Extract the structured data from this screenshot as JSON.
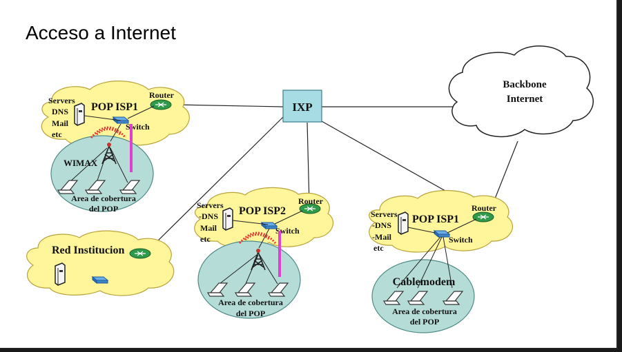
{
  "slide": {
    "title": "Acceso a Internet"
  },
  "diagram": {
    "ixp_label": "IXP",
    "backbone_line1": "Backbone",
    "backbone_line2": "Internet",
    "pop1": {
      "title": "POP ISP1",
      "servers": "Servers",
      "dns": "DNS",
      "mail": "Mail",
      "etc": "etc",
      "router": "Router",
      "switch": "Switch",
      "access": "WIMAX",
      "coverage_line1": "Area de cobertura",
      "coverage_line2": "del POP"
    },
    "pop2": {
      "title": "POP ISP2",
      "servers": "Servers",
      "dns": "-DNS",
      "mail": "Mail",
      "etc": "etc",
      "router": "Router",
      "switch": "Switch",
      "coverage_line1": "Area de cobertura",
      "coverage_line2": "del POP"
    },
    "pop3": {
      "title": "POP ISP1",
      "servers": "Servers",
      "dns": "-DNS",
      "mail": "-Mail",
      "etc": "etc",
      "router": "Router",
      "switch": "Switch",
      "access": "Cablemodem",
      "coverage_line1": "Area de cobertura",
      "coverage_line2": "del POP"
    },
    "institution": {
      "title": "Red Institucion"
    },
    "colors": {
      "cloud_fill": "#fff59a",
      "coverage_fill": "#b6dcd7",
      "ixp_fill": "#a8dce4",
      "router_fill": "#2e9a4a",
      "switch_fill": "#3f86c8",
      "antenna_pole": "#e040d0",
      "radio_waves": "#e53935"
    }
  }
}
